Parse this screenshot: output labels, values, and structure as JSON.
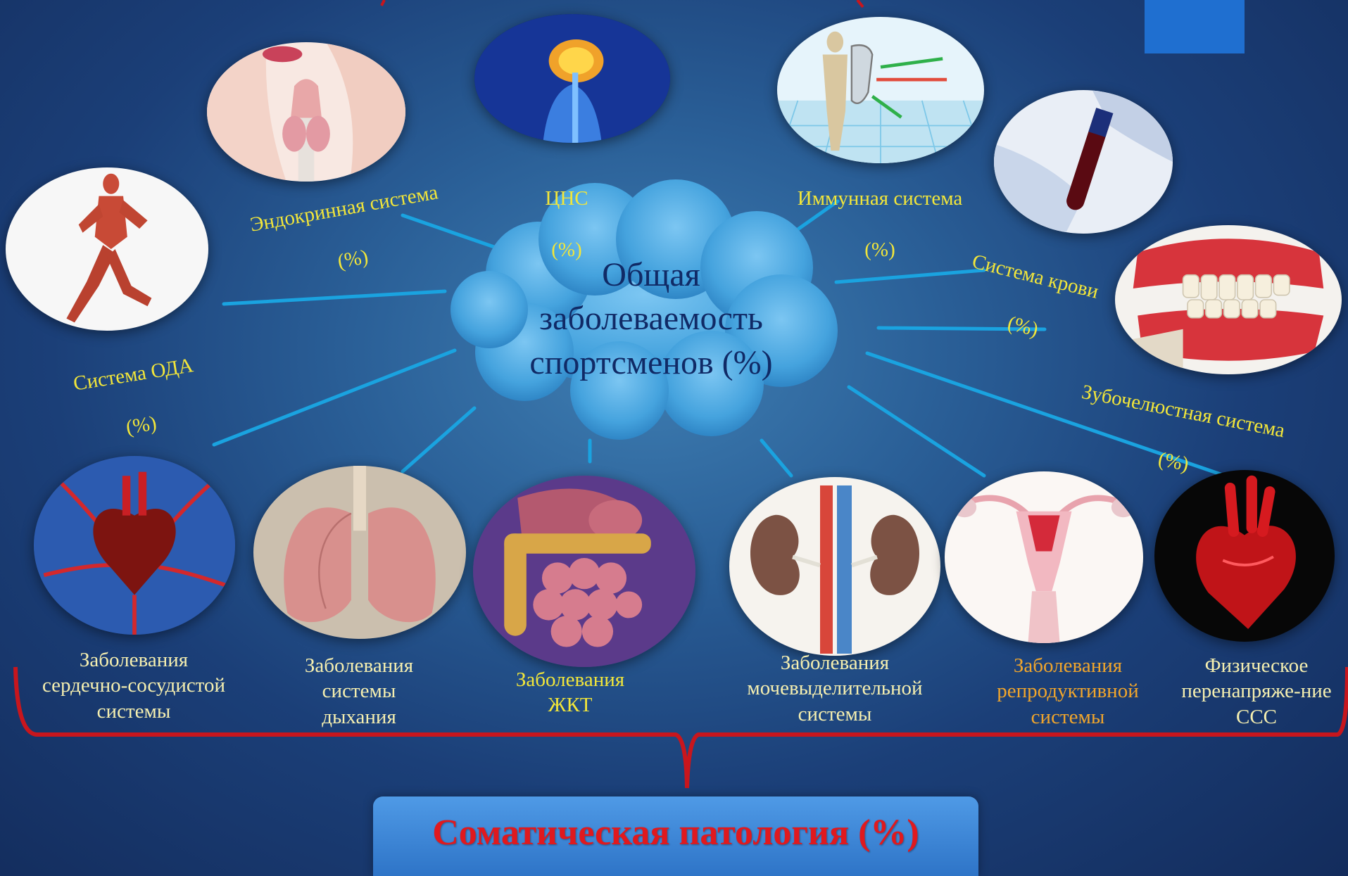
{
  "center": {
    "title": "Общая\nзаболеваемость\nспортсменов (%)"
  },
  "top_systems": {
    "endocrine": {
      "label": "Эндокринная система",
      "pct": "(%)"
    },
    "cns": {
      "label": "ЦНС",
      "pct": "(%)"
    },
    "immune": {
      "label": "Иммунная система",
      "pct": "(%)"
    },
    "blood": {
      "label": "Система крови",
      "pct": "(%)"
    },
    "dental": {
      "label": "Зубочелюстная система",
      "pct": "(%)"
    },
    "musculoskeletal": {
      "label": "Система ОДА",
      "pct": "(%)"
    }
  },
  "bottom_diseases": {
    "cardio": {
      "label": "Заболевания\nсердечно-сосудистой\nсистемы"
    },
    "respiratory": {
      "label": "Заболевания\nсистемы\nдыхания"
    },
    "gi": {
      "label": "Заболевания\nЖКТ"
    },
    "urinary": {
      "label": "Заболевания\nмочевыделительной\nсистемы"
    },
    "reproductive": {
      "label": "Заболевания\nрепродуктивной\nсистемы"
    },
    "overstrain": {
      "label": "Физическое\nперенапряже-ние\nССС"
    }
  },
  "somatic": {
    "label": "Соматическая патология (%)"
  },
  "colors": {
    "label_yellow": "#f2e63a",
    "label_pale": "#f5efb0",
    "label_orange": "#f0a52c",
    "connector": "#1aa3e0",
    "bracket": "#c8161d",
    "cloud": "#4aa8e0",
    "somatic_text": "#e0191e"
  }
}
